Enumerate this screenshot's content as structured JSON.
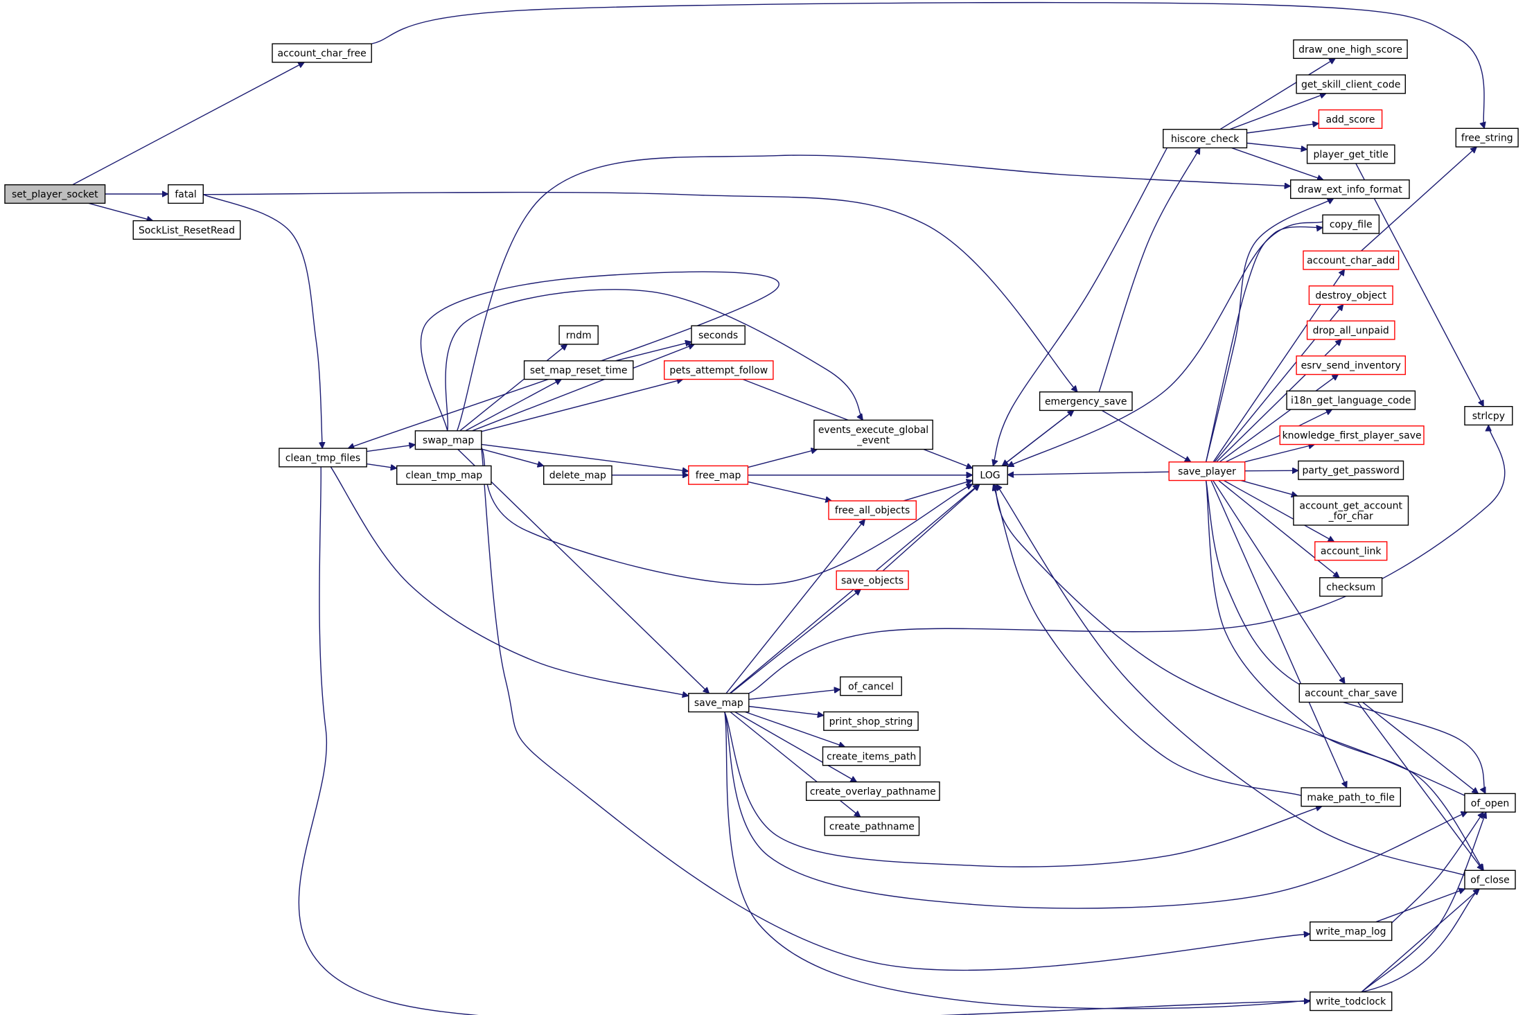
{
  "graph": {
    "nodes": [
      {
        "id": "set_player_socket",
        "lines": [
          "set_player_socket"
        ],
        "highlight": true
      },
      {
        "id": "account_char_free",
        "lines": [
          "account_char_free"
        ]
      },
      {
        "id": "fatal",
        "lines": [
          "fatal"
        ]
      },
      {
        "id": "SockList_ResetRead",
        "lines": [
          "SockList_ResetRead"
        ]
      },
      {
        "id": "clean_tmp_files",
        "lines": [
          "clean_tmp_files"
        ]
      },
      {
        "id": "swap_map",
        "lines": [
          "swap_map"
        ]
      },
      {
        "id": "clean_tmp_map",
        "lines": [
          "clean_tmp_map"
        ]
      },
      {
        "id": "rndm",
        "lines": [
          "rndm"
        ]
      },
      {
        "id": "set_map_reset_time",
        "lines": [
          "set_map_reset_time"
        ]
      },
      {
        "id": "seconds",
        "lines": [
          "seconds"
        ]
      },
      {
        "id": "pets_attempt_follow",
        "lines": [
          "pets_attempt_follow"
        ],
        "red": true
      },
      {
        "id": "events_execute_global_event",
        "lines": [
          "events_execute_global",
          "_event"
        ]
      },
      {
        "id": "delete_map",
        "lines": [
          "delete_map"
        ]
      },
      {
        "id": "free_map",
        "lines": [
          "free_map"
        ],
        "red": true
      },
      {
        "id": "free_all_objects",
        "lines": [
          "free_all_objects"
        ],
        "red": true
      },
      {
        "id": "LOG",
        "lines": [
          "LOG"
        ]
      },
      {
        "id": "emergency_save",
        "lines": [
          "emergency_save"
        ]
      },
      {
        "id": "save_player",
        "lines": [
          "save_player"
        ],
        "red": true
      },
      {
        "id": "save_objects",
        "lines": [
          "save_objects"
        ],
        "red": true
      },
      {
        "id": "save_map",
        "lines": [
          "save_map"
        ]
      },
      {
        "id": "of_cancel",
        "lines": [
          "of_cancel"
        ]
      },
      {
        "id": "print_shop_string",
        "lines": [
          "print_shop_string"
        ]
      },
      {
        "id": "create_items_path",
        "lines": [
          "create_items_path"
        ]
      },
      {
        "id": "create_overlay_pathname",
        "lines": [
          "create_overlay_pathname"
        ]
      },
      {
        "id": "create_pathname",
        "lines": [
          "create_pathname"
        ]
      },
      {
        "id": "hiscore_check",
        "lines": [
          "hiscore_check"
        ]
      },
      {
        "id": "draw_one_high_score",
        "lines": [
          "draw_one_high_score"
        ]
      },
      {
        "id": "get_skill_client_code",
        "lines": [
          "get_skill_client_code"
        ]
      },
      {
        "id": "add_score",
        "lines": [
          "add_score"
        ],
        "red": true
      },
      {
        "id": "player_get_title",
        "lines": [
          "player_get_title"
        ]
      },
      {
        "id": "draw_ext_info_format",
        "lines": [
          "draw_ext_info_format"
        ]
      },
      {
        "id": "copy_file",
        "lines": [
          "copy_file"
        ]
      },
      {
        "id": "account_char_add",
        "lines": [
          "account_char_add"
        ],
        "red": true
      },
      {
        "id": "destroy_object",
        "lines": [
          "destroy_object"
        ],
        "red": true
      },
      {
        "id": "drop_all_unpaid",
        "lines": [
          "drop_all_unpaid"
        ],
        "red": true
      },
      {
        "id": "esrv_send_inventory",
        "lines": [
          "esrv_send_inventory"
        ],
        "red": true
      },
      {
        "id": "i18n_get_language_code",
        "lines": [
          "i18n_get_language_code"
        ]
      },
      {
        "id": "knowledge_first_player_save",
        "lines": [
          "knowledge_first_player_save"
        ],
        "red": true
      },
      {
        "id": "party_get_password",
        "lines": [
          "party_get_password"
        ]
      },
      {
        "id": "account_get_account_for_char",
        "lines": [
          "account_get_account",
          "_for_char"
        ]
      },
      {
        "id": "account_link",
        "lines": [
          "account_link"
        ],
        "red": true
      },
      {
        "id": "checksum",
        "lines": [
          "checksum"
        ]
      },
      {
        "id": "account_char_save",
        "lines": [
          "account_char_save"
        ]
      },
      {
        "id": "make_path_to_file",
        "lines": [
          "make_path_to_file"
        ]
      },
      {
        "id": "write_map_log",
        "lines": [
          "write_map_log"
        ]
      },
      {
        "id": "write_todclock",
        "lines": [
          "write_todclock"
        ]
      },
      {
        "id": "free_string",
        "lines": [
          "free_string"
        ]
      },
      {
        "id": "strlcpy",
        "lines": [
          "strlcpy"
        ]
      },
      {
        "id": "of_open",
        "lines": [
          "of_open"
        ]
      },
      {
        "id": "of_close",
        "lines": [
          "of_close"
        ]
      }
    ],
    "edges": [
      [
        "set_player_socket",
        "account_char_free"
      ],
      [
        "set_player_socket",
        "fatal"
      ],
      [
        "set_player_socket",
        "SockList_ResetRead"
      ],
      [
        "account_char_free",
        "free_string"
      ],
      [
        "fatal",
        "clean_tmp_files"
      ],
      [
        "fatal",
        "emergency_save"
      ],
      [
        "clean_tmp_files",
        "swap_map"
      ],
      [
        "clean_tmp_files",
        "clean_tmp_map"
      ],
      [
        "clean_tmp_files",
        "save_map"
      ],
      [
        "clean_tmp_files",
        "write_todclock"
      ],
      [
        "swap_map",
        "rndm"
      ],
      [
        "swap_map",
        "set_map_reset_time"
      ],
      [
        "swap_map",
        "seconds"
      ],
      [
        "swap_map",
        "pets_attempt_follow"
      ],
      [
        "swap_map",
        "events_execute_global_event"
      ],
      [
        "swap_map",
        "delete_map"
      ],
      [
        "swap_map",
        "free_map"
      ],
      [
        "swap_map",
        "LOG"
      ],
      [
        "swap_map",
        "save_map"
      ],
      [
        "swap_map",
        "clean_tmp_files"
      ],
      [
        "swap_map",
        "draw_ext_info_format"
      ],
      [
        "swap_map",
        "write_map_log"
      ],
      [
        "set_map_reset_time",
        "seconds"
      ],
      [
        "pets_attempt_follow",
        "LOG"
      ],
      [
        "delete_map",
        "free_map"
      ],
      [
        "delete_map",
        "LOG"
      ],
      [
        "free_map",
        "events_execute_global_event"
      ],
      [
        "free_map",
        "free_all_objects"
      ],
      [
        "free_map",
        "LOG"
      ],
      [
        "free_all_objects",
        "LOG"
      ],
      [
        "LOG",
        "emergency_save"
      ],
      [
        "emergency_save",
        "LOG"
      ],
      [
        "emergency_save",
        "save_player"
      ],
      [
        "emergency_save",
        "hiscore_check"
      ],
      [
        "save_player",
        "LOG"
      ],
      [
        "save_player",
        "copy_file"
      ],
      [
        "save_player",
        "account_char_add"
      ],
      [
        "save_player",
        "destroy_object"
      ],
      [
        "save_player",
        "drop_all_unpaid"
      ],
      [
        "save_player",
        "esrv_send_inventory"
      ],
      [
        "save_player",
        "i18n_get_language_code"
      ],
      [
        "save_player",
        "knowledge_first_player_save"
      ],
      [
        "save_player",
        "party_get_password"
      ],
      [
        "save_player",
        "account_get_account_for_char"
      ],
      [
        "save_player",
        "account_link"
      ],
      [
        "save_player",
        "checksum"
      ],
      [
        "save_player",
        "account_char_save"
      ],
      [
        "save_player",
        "make_path_to_file"
      ],
      [
        "save_player",
        "of_open"
      ],
      [
        "save_player",
        "of_close"
      ],
      [
        "save_player",
        "draw_ext_info_format"
      ],
      [
        "save_map",
        "free_all_objects"
      ],
      [
        "save_map",
        "save_objects"
      ],
      [
        "save_map",
        "LOG"
      ],
      [
        "save_map",
        "of_cancel"
      ],
      [
        "save_map",
        "print_shop_string"
      ],
      [
        "save_map",
        "create_items_path"
      ],
      [
        "save_map",
        "create_overlay_pathname"
      ],
      [
        "save_map",
        "create_pathname"
      ],
      [
        "save_map",
        "make_path_to_file"
      ],
      [
        "save_map",
        "of_open"
      ],
      [
        "save_map",
        "of_close"
      ],
      [
        "save_map",
        "strlcpy"
      ],
      [
        "save_objects",
        "LOG"
      ],
      [
        "hiscore_check",
        "draw_one_high_score"
      ],
      [
        "hiscore_check",
        "get_skill_client_code"
      ],
      [
        "hiscore_check",
        "add_score"
      ],
      [
        "hiscore_check",
        "player_get_title"
      ],
      [
        "hiscore_check",
        "draw_ext_info_format"
      ],
      [
        "hiscore_check",
        "LOG"
      ],
      [
        "copy_file",
        "LOG"
      ],
      [
        "account_char_add",
        "free_string"
      ],
      [
        "player_get_title",
        "strlcpy"
      ],
      [
        "account_char_save",
        "of_open"
      ],
      [
        "account_char_save",
        "of_close"
      ],
      [
        "make_path_to_file",
        "LOG"
      ],
      [
        "of_open",
        "LOG"
      ],
      [
        "of_close",
        "LOG"
      ],
      [
        "write_map_log",
        "of_open"
      ],
      [
        "write_map_log",
        "of_close"
      ],
      [
        "write_todclock",
        "of_open"
      ],
      [
        "write_todclock",
        "of_close"
      ]
    ]
  }
}
